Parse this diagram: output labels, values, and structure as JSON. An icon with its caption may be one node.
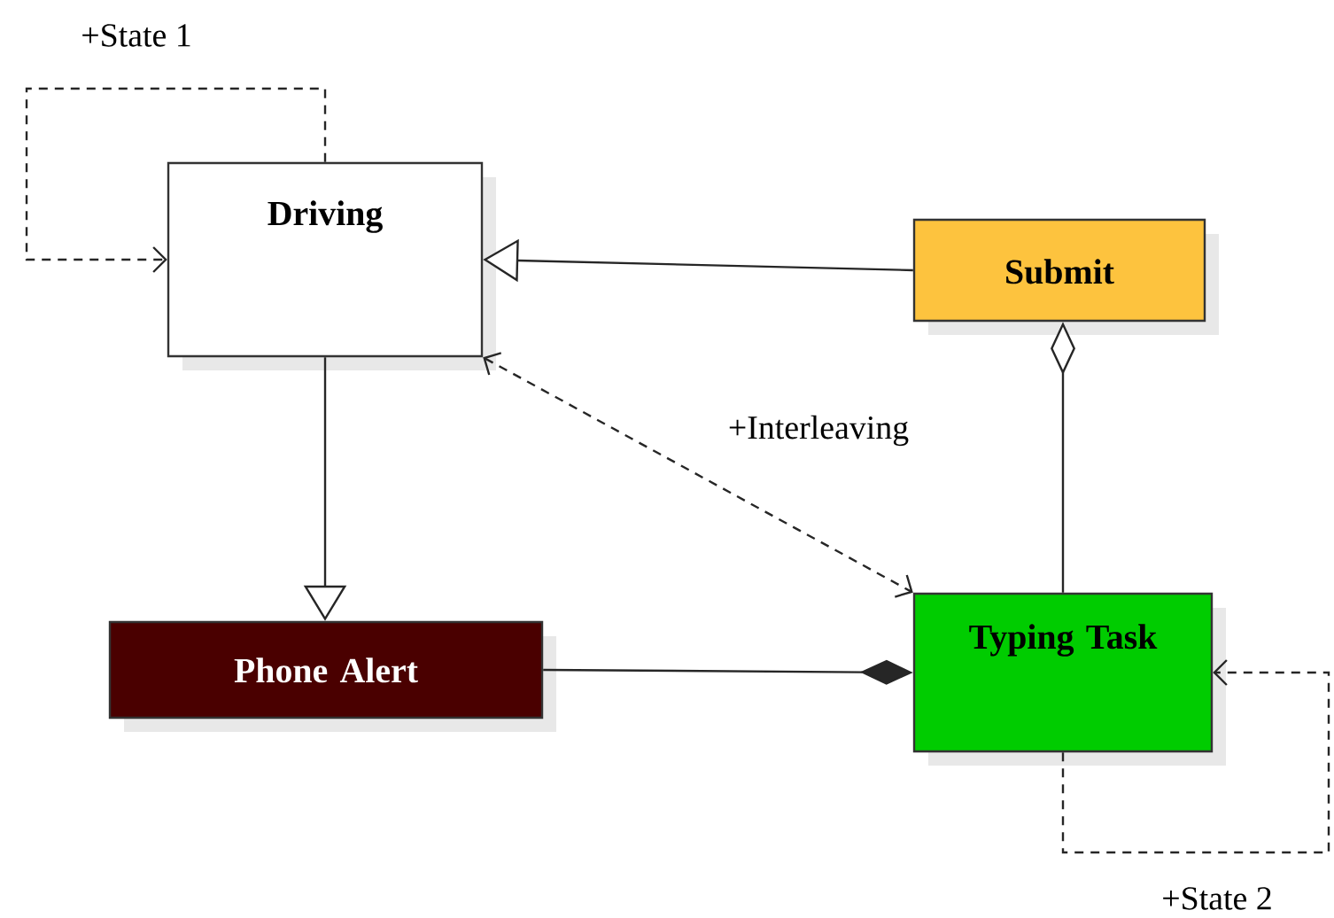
{
  "diagram": {
    "nodes": [
      {
        "text": [
          "Driving"
        ]
      },
      {
        "text": [
          "Submit"
        ]
      },
      {
        "text": [
          "Phone Alert"
        ]
      },
      {
        "text": [
          "Typing Task"
        ]
      }
    ],
    "edges": [
      {
        "from": 0,
        "to": 0,
        "arrow": "to",
        "style": "dashed",
        "label": "+State 1"
      },
      {
        "from": 1,
        "to": 0,
        "arrow": "to"
      },
      {
        "from": 0,
        "to": 2,
        "arrow": "to"
      },
      {
        "from": 0,
        "to": 3,
        "arrow": "both",
        "style": "dashed",
        "label": "+Interleaving"
      },
      {
        "from": 3,
        "to": 1,
        "arrow": "other"
      },
      {
        "from": 2,
        "to": 3,
        "arrow": "other"
      },
      {
        "from": 3,
        "to": 3,
        "arrow": "to",
        "style": "dashed",
        "label": "+State 2"
      }
    ]
  }
}
